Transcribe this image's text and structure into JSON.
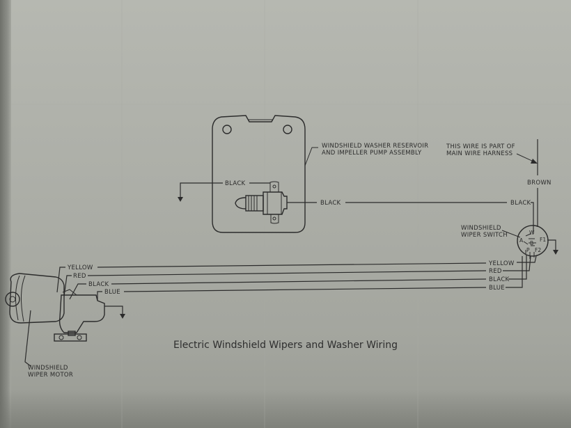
{
  "caption": "Electric Windshield Wipers and Washer Wiring",
  "labels": {
    "reservoir_line1": "WINDSHIELD WASHER RESERVOIR",
    "reservoir_line2": "AND IMPELLER PUMP ASSEMBLY",
    "harness_line1": "THIS WIRE IS PART OF",
    "harness_line2": "MAIN WIRE HARNESS",
    "brown": "BROWN",
    "pump_ground_black": "BLACK",
    "pump_feed_black": "BLACK",
    "switch_black": "BLACK",
    "switch_line1": "WINDSHIELD",
    "switch_line2": "WIPER SWITCH",
    "switch_yellow": "YELLOW",
    "switch_red": "RED",
    "switch_black2": "BLACK",
    "switch_blue": "BLUE",
    "motor_yellow": "YELLOW",
    "motor_red": "RED",
    "motor_black": "BLACK",
    "motor_blue": "BLUE",
    "motor_line1": "WINDSHIELD",
    "motor_line2": "WIPER MOTOR"
  },
  "terminals": {
    "w": "W",
    "a": "A",
    "b": "B",
    "f1": "F1",
    "f2": "F2",
    "p": "P"
  }
}
